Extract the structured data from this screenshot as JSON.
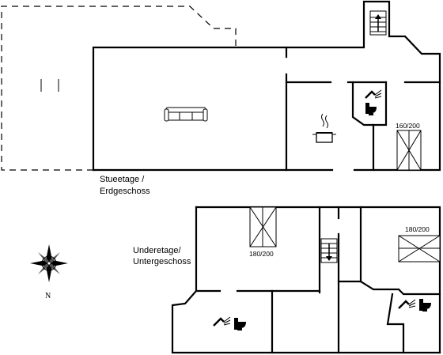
{
  "floors": [
    {
      "label_line1": "Stueetage /",
      "label_line2": "Erdgeschoss"
    },
    {
      "label_line1": "Underetage/",
      "label_line2": "Untergeschoss"
    }
  ],
  "beds": [
    {
      "size": "160/200"
    },
    {
      "size": "180/200"
    },
    {
      "size": "180/200"
    }
  ],
  "compass": {
    "north": "N"
  },
  "icons": [
    "sofa-icon",
    "cooking-pot-icon",
    "shower-icon",
    "toilet-icon",
    "stairs-icon",
    "compass-rose-icon",
    "bed-icon"
  ]
}
